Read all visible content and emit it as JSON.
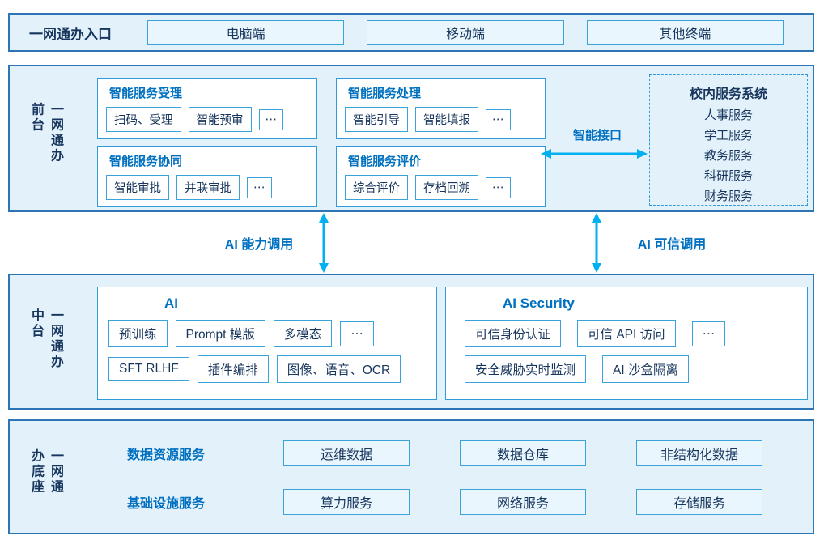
{
  "colors": {
    "section_bg": "#e3f1fb",
    "section_border": "#2e75b6",
    "box_border": "#3ba3dc",
    "accent_blue": "#0070c0",
    "text_dark": "#17365d",
    "arrow_cyan": "#00b0f0"
  },
  "entry": {
    "label": "一网通办入口",
    "items": [
      "电脑端",
      "移动端",
      "其他终端"
    ]
  },
  "frontend": {
    "label": "一网通办前台",
    "groups": [
      {
        "title": "智能服务受理",
        "items": [
          "扫码、受理",
          "智能预审",
          "⋯"
        ]
      },
      {
        "title": "智能服务处理",
        "items": [
          "智能引导",
          "智能填报",
          "⋯"
        ]
      },
      {
        "title": "智能服务协同",
        "items": [
          "智能审批",
          "并联审批",
          "⋯"
        ]
      },
      {
        "title": "智能服务评价",
        "items": [
          "综合评价",
          "存档回溯",
          "⋯"
        ]
      }
    ],
    "interface_label": "智能接口",
    "campus": {
      "title": "校内服务系统",
      "items": [
        "人事服务",
        "学工服务",
        "教务服务",
        "科研服务",
        "财务服务"
      ]
    }
  },
  "connectors": {
    "left_label": "AI 能力调用",
    "right_label": "AI 可信调用"
  },
  "middle": {
    "label": "一网通办中台",
    "ai": {
      "title": "AI",
      "row1": [
        "预训练",
        "Prompt 模版",
        "多模态",
        "⋯"
      ],
      "row2": [
        "SFT RLHF",
        "插件编排",
        "图像、语音、OCR"
      ]
    },
    "security": {
      "title": "AI Security",
      "row1": [
        "可信身份认证",
        "可信 API 访问",
        "⋯"
      ],
      "row2": [
        "安全威胁实时监测",
        "AI 沙盒隔离"
      ]
    }
  },
  "base": {
    "label": "一网通办底座",
    "rows": [
      {
        "title": "数据资源服务",
        "items": [
          "运维数据",
          "数据仓库",
          "非结构化数据"
        ]
      },
      {
        "title": "基础设施服务",
        "items": [
          "算力服务",
          "网络服务",
          "存储服务"
        ]
      }
    ]
  }
}
